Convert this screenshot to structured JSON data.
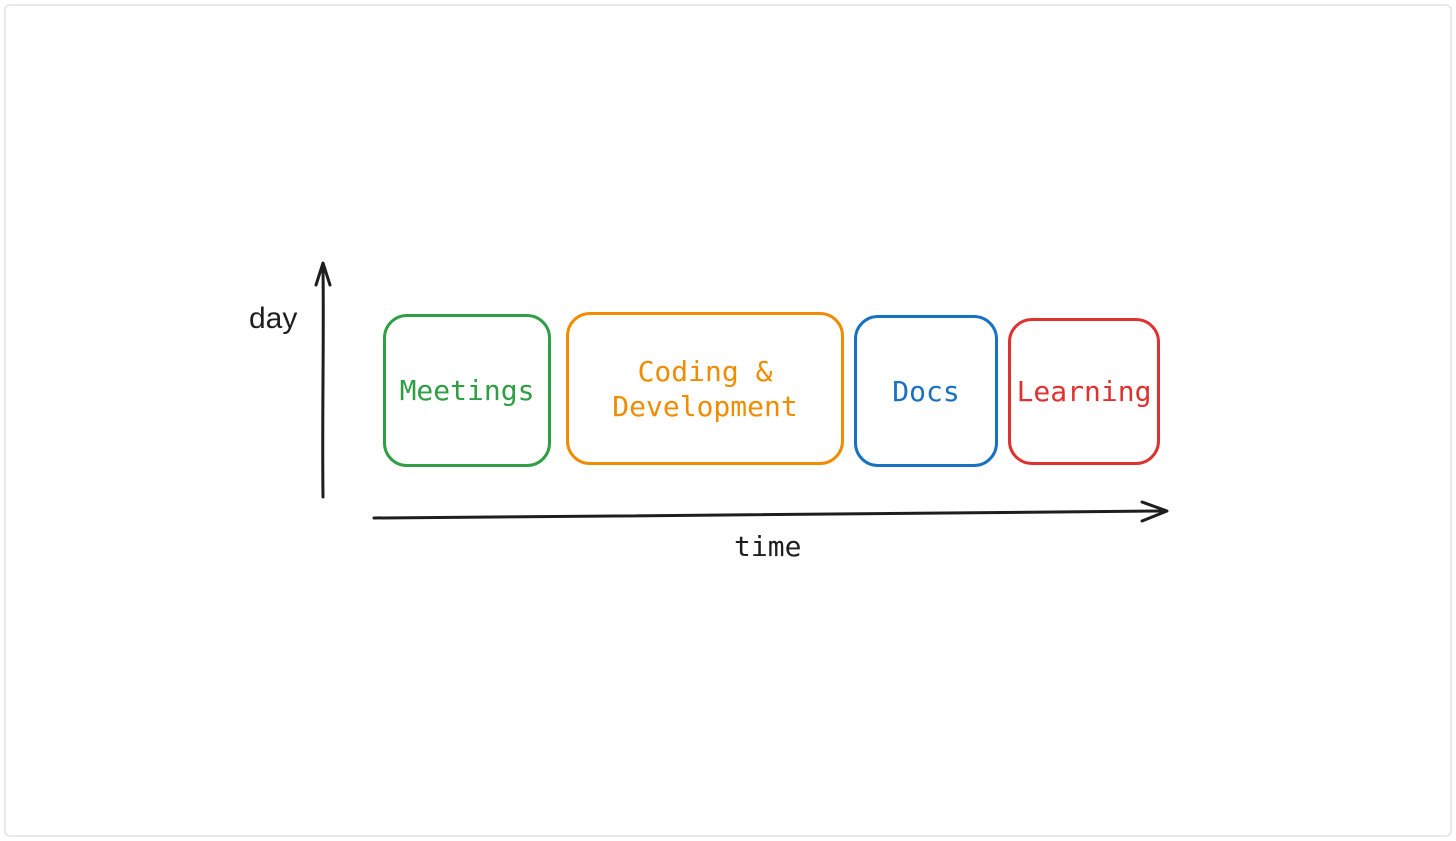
{
  "page": {
    "background_color": "#ffffff",
    "frame_border_color": "#e9e9e9"
  },
  "diagram": {
    "ink_color": "#1e1e1e",
    "y_axis_label": "day",
    "x_axis_label": "time",
    "boxes": [
      {
        "id": "meetings",
        "label": "Meetings",
        "color": "#2f9e44"
      },
      {
        "id": "coding-development",
        "label": "Coding & Development",
        "color": "#f08c00"
      },
      {
        "id": "docs",
        "label": "Docs",
        "color": "#1971c2"
      },
      {
        "id": "learning",
        "label": "Learning",
        "color": "#e03131"
      }
    ]
  }
}
